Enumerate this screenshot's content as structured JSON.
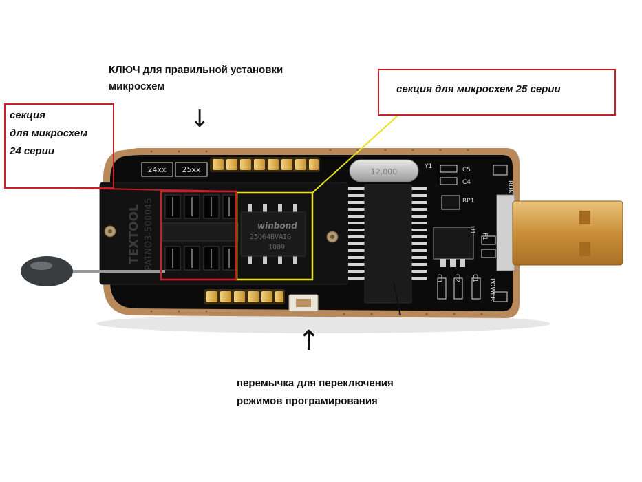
{
  "annotations": {
    "key_label_line1": "КЛЮЧ для правильной установки",
    "key_label_line2": "микросхем",
    "section24_line1": "секция",
    "section24_line2": "для микросхем",
    "section24_line3": "24 серии",
    "section25": "секция для микросхем 25 серии",
    "jumper_line1": "перемычка для переключения",
    "jumper_line2": "режимов програмирования"
  },
  "board": {
    "socket_silk_1": "TEXTOOL",
    "socket_silk_2": "PATNO3-500045",
    "chip_brand": "winbond",
    "chip_part": "25Q64BVAIG",
    "chip_code": "1009",
    "crystal_label": "12.000",
    "silk_25xx": "25xx",
    "silk_24xx": "24xx",
    "silk_y1": "Y1",
    "silk_c5": "C5",
    "silk_c4": "C4",
    "silk_run": "RUN",
    "silk_rp1": "RP1",
    "silk_u1": "U1",
    "silk_f1": "F1",
    "silk_c2": "C2",
    "silk_c1": "C1",
    "silk_c3": "C3",
    "silk_power": "POWER"
  },
  "colors": {
    "board": "#0b0b0c",
    "board_edge": "#b8895a",
    "usb_gold": "#d7a24c",
    "socket_black": "#121212",
    "annotation_red": "#c8202a",
    "annotation_yellow": "#e8e020"
  }
}
